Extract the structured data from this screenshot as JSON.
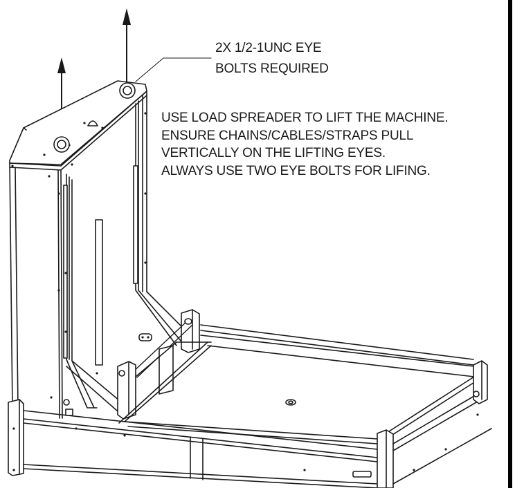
{
  "callout": {
    "lines": [
      "2X 1/2-1UNC EYE",
      "BOLTS REQUIRED"
    ]
  },
  "instructions": {
    "lines": [
      "USE LOAD SPREADER TO LIFT THE MACHINE.",
      "ENSURE CHAINS/CABLES/STRAPS PULL",
      "VERTICALLY ON THE LIFTING EYES.",
      "ALWAYS USE TWO EYE BOLTS FOR LIFING."
    ]
  },
  "colors": {
    "ink": "#1a1a1a",
    "background": "#ffffff",
    "frame_border": "#000000"
  },
  "icons": [
    "lift-arrow-icon",
    "eye-bolt-icon"
  ]
}
